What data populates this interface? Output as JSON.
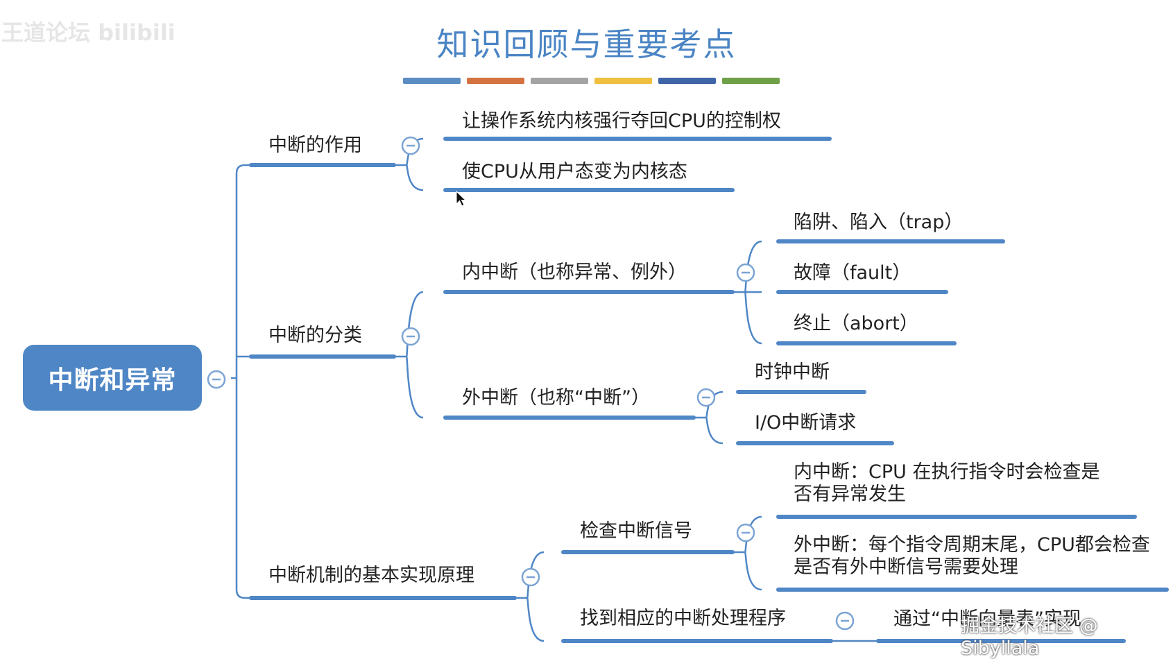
{
  "title": "知识回顾与重要考点",
  "watermarks": {
    "top_left": "王道论坛 bilibili",
    "bottom_right": "掘金技术社区 @ Sibyllala"
  },
  "colors": {
    "title": "#4a84c4",
    "line": "#4f86c6",
    "root_bg": "#4f86c6",
    "bars": [
      "#5b8dc2",
      "#d4733f",
      "#a3a3a3",
      "#efbf3f",
      "#3f64a8",
      "#6ea047"
    ]
  },
  "root": {
    "label": "中断和异常"
  },
  "branches": {
    "role": {
      "label": "中断的作用",
      "children": [
        "让操作系统内核强行夺回CPU的控制权",
        "使CPU从用户态变为内核态"
      ]
    },
    "classify": {
      "label": "中断的分类",
      "internal": {
        "label": "内中断（也称异常、例外）",
        "children": [
          "陷阱、陷入（trap）",
          "故障（fault）",
          "终止（abort）"
        ]
      },
      "external": {
        "label": "外中断（也称“中断”）",
        "children": [
          "时钟中断",
          "I/O中断请求"
        ]
      }
    },
    "mechanism": {
      "label": "中断机制的基本实现原理",
      "check": {
        "label": "检查中断信号",
        "children": [
          "内中断：CPU 在执行指令时会检查是否有异常发生",
          "外中断：每个指令周期末尾，CPU都会检查是否有外中断信号需要处理"
        ]
      },
      "find": {
        "label": "找到相应的中断处理程序",
        "children": [
          "通过“中断向量表”实现"
        ]
      }
    }
  },
  "icons": {
    "collapse": "minus-circle-icon",
    "cursor": "mouse-pointer-icon"
  }
}
